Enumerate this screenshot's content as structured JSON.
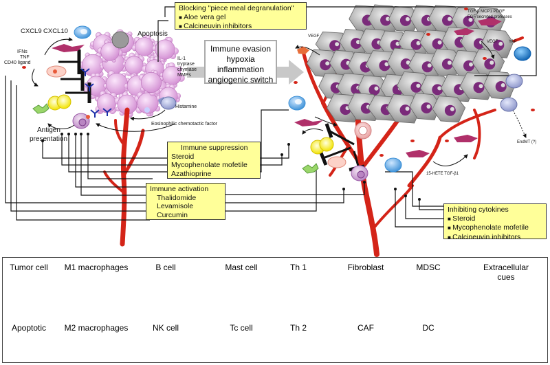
{
  "top_labels": {
    "cxcl9": "CXCL9",
    "cxcl10": "CXCL10",
    "apoptosis": "Apoptosis",
    "ifns": "IFNs",
    "tnf": "TNF",
    "cd40": "CD40 ligand",
    "il1": "IL-1",
    "tryptase": "tryptase",
    "chymase": "chymase",
    "mmps": "MMPs",
    "histamine": "Histamine",
    "eosin": "Eosinophilic chemotactic factor",
    "antigen1": "Antigen",
    "antigen2": "presentation",
    "vegf_left": "VEGF",
    "vegf_right": "VEGF",
    "tgf": "TGF-β   MCP1   PDGF",
    "fgf": "FGF secreted proteases",
    "yap": "YAP",
    "endmt": "EndMT (?)",
    "hete": "15-HETE TGF-β1"
  },
  "boxes": {
    "blocking": {
      "title": "Blocking \"piece meal degranulation\"",
      "items": [
        "Aloe vera gel",
        "Calcineuvin inhibitors"
      ]
    },
    "evasion": [
      "Immune evasion",
      "hypoxia",
      "inflammation",
      "angiogenic switch"
    ],
    "suppression": {
      "title": "Immune suppression",
      "items": [
        "Steroid",
        "Mycophenolate mofetile",
        "Azathioprine"
      ]
    },
    "activation": {
      "title": "Immune activation",
      "items": [
        "Thalidomide",
        "Levamisole",
        "Curcumin"
      ]
    },
    "cytokines": {
      "title": "Inhibiting cytokines",
      "items": [
        "Steroid",
        "Mycophenolate mofetile",
        "Calcineuvin inhibitors"
      ]
    }
  },
  "legend": {
    "tumor": "Tumor cell",
    "m1": "M1 macrophages",
    "bcell": "B cell",
    "mast": "Mast cell",
    "th1": "Th 1",
    "fibro": "Fibroblast",
    "mdsc": "MDSC",
    "extra1": "Extracellular",
    "extra2": "cues",
    "apoptotic": "Apoptotic",
    "m2": "M2 macrophages",
    "nk": "NK cell",
    "tc": "Tc cell",
    "th2": "Th 2",
    "caf": "CAF",
    "dc": "DC"
  },
  "colors": {
    "vessel": "#d42418",
    "box_fill": "#ffff99",
    "apoptotic": "#e7b3e5",
    "tumor": "#9a9a9a",
    "nucleus": "#7a2a7a",
    "caf": "#b0306a"
  }
}
